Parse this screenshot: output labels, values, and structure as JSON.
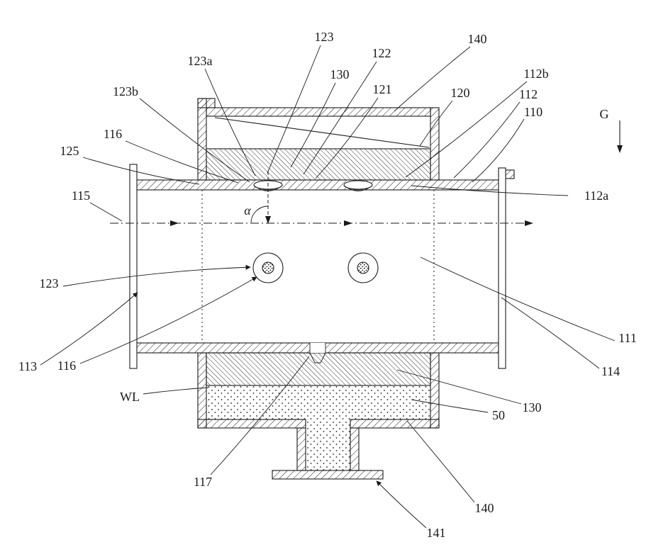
{
  "figure": {
    "kind": "patent-style cross-section diagram",
    "background_color": "#ffffff",
    "line_color": "#1a1a1a"
  },
  "labels": [
    {
      "id": "ref-123-top",
      "text": "123"
    },
    {
      "id": "ref-123a",
      "text": "123a"
    },
    {
      "id": "ref-130-top",
      "text": "130"
    },
    {
      "id": "ref-122",
      "text": "122"
    },
    {
      "id": "ref-121",
      "text": "121"
    },
    {
      "id": "ref-140-top",
      "text": "140"
    },
    {
      "id": "ref-120",
      "text": "120"
    },
    {
      "id": "ref-112b",
      "text": "112b"
    },
    {
      "id": "ref-112",
      "text": "112"
    },
    {
      "id": "ref-110",
      "text": "110"
    },
    {
      "id": "ref-123b",
      "text": "123b"
    },
    {
      "id": "ref-116-top",
      "text": "116"
    },
    {
      "id": "ref-125",
      "text": "125"
    },
    {
      "id": "ref-115",
      "text": "115"
    },
    {
      "id": "ref-112a",
      "text": "112a"
    },
    {
      "id": "ref-G",
      "text": "G"
    },
    {
      "id": "ref-123-left",
      "text": "123"
    },
    {
      "id": "ref-113",
      "text": "113"
    },
    {
      "id": "ref-116-bottom",
      "text": "116"
    },
    {
      "id": "ref-WL",
      "text": "WL"
    },
    {
      "id": "ref-111",
      "text": "111"
    },
    {
      "id": "ref-114",
      "text": "114"
    },
    {
      "id": "ref-130-bottom",
      "text": "130"
    },
    {
      "id": "ref-50",
      "text": "50"
    },
    {
      "id": "ref-117",
      "text": "117"
    },
    {
      "id": "ref-140-bottom",
      "text": "140"
    },
    {
      "id": "ref-141",
      "text": "141"
    },
    {
      "id": "ref-alpha",
      "text": "α"
    }
  ]
}
